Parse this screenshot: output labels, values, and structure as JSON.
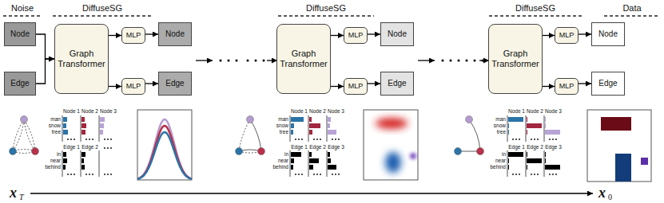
{
  "diagram": {
    "nodes": [
      {
        "text": [
          "Node"
        ]
      },
      {
        "text": [
          "Edge"
        ]
      },
      {
        "text": [
          "Graph Transformer"
        ]
      },
      {
        "text": [
          "MLP"
        ]
      },
      {
        "text": [
          "MLP"
        ]
      },
      {
        "text": [
          "Node"
        ]
      },
      {
        "text": [
          "Edge"
        ]
      },
      {
        "text": [
          "Graph Transformer"
        ]
      },
      {
        "text": [
          "MLP"
        ]
      },
      {
        "text": [
          "MLP"
        ]
      },
      {
        "text": [
          "Node"
        ]
      },
      {
        "text": [
          "Edge"
        ]
      },
      {
        "text": [
          "Graph Transformer"
        ]
      },
      {
        "text": [
          "MLP"
        ]
      },
      {
        "text": [
          "MLP"
        ]
      },
      {
        "text": [
          "Node"
        ]
      },
      {
        "text": [
          "Edge"
        ]
      }
    ],
    "edges": [
      {
        "from": 0,
        "to": 2,
        "arrow": "to"
      },
      {
        "from": 1,
        "to": 2,
        "arrow": "to"
      },
      {
        "from": 2,
        "to": 3,
        "arrow": "to"
      },
      {
        "from": 2,
        "to": 4,
        "arrow": "to"
      },
      {
        "from": 3,
        "to": 5,
        "arrow": "to"
      },
      {
        "from": 4,
        "to": 6,
        "arrow": "to"
      },
      {
        "from": 7,
        "to": 8,
        "arrow": "to"
      },
      {
        "from": 7,
        "to": 9,
        "arrow": "to"
      },
      {
        "from": 8,
        "to": 10,
        "arrow": "to"
      },
      {
        "from": 9,
        "to": 11,
        "arrow": "to"
      },
      {
        "from": 12,
        "to": 13,
        "arrow": "to"
      },
      {
        "from": 12,
        "to": 14,
        "arrow": "to"
      },
      {
        "from": 13,
        "to": 15,
        "arrow": "to"
      },
      {
        "from": 14,
        "to": 16,
        "arrow": "to"
      }
    ],
    "labels": [
      "Noise",
      "DiffuseSG",
      "DiffuseSG",
      "DiffuseSG",
      "Data",
      "Node 1",
      "Node 2",
      "Node 3",
      "man",
      "snow",
      "tree",
      "Edge 1",
      "Edge 2",
      "in",
      "near",
      "behind",
      "Node 1",
      "Node 2",
      "Node 3",
      "man",
      "snow",
      "tree",
      "Edge 1",
      "Edge 2",
      "Edge 3",
      "in",
      "near",
      "behind",
      "Node 1",
      "Node 2",
      "Node 3",
      "man",
      "snow",
      "tree",
      "Edge 1",
      "Edge 2",
      "Edge 3",
      "in",
      "near",
      "behind",
      "x",
      "T",
      "x",
      "0"
    ]
  }
}
